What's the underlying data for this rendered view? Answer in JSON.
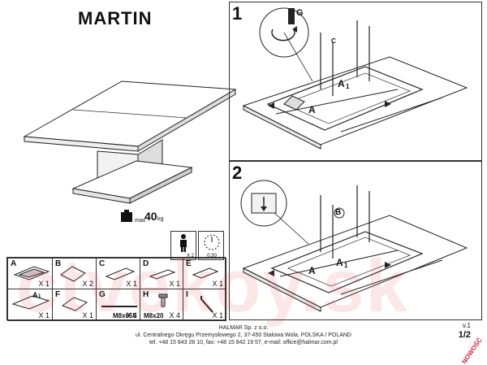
{
  "header": {
    "title": "MARTIN"
  },
  "steps": [
    {
      "num": "1",
      "callout_g": "G",
      "label_a": "A",
      "label_a1": "A",
      "sub_1": "1",
      "label_c": "C"
    },
    {
      "num": "2",
      "callout_b": "B",
      "label_a": "A",
      "label_a1": "A",
      "sub_1": "1"
    }
  ],
  "weight": {
    "prefix": "max",
    "value": "40",
    "unit": "kg"
  },
  "assembly": {
    "persons": "X 2",
    "time": "0:30"
  },
  "parts": [
    {
      "letter": "A",
      "qty": "X 1"
    },
    {
      "letter": "B",
      "qty": "X 2"
    },
    {
      "letter": "C",
      "qty": "X 1"
    },
    {
      "letter": "D",
      "qty": "X 1"
    },
    {
      "letter": "E",
      "qty": "X 1"
    },
    {
      "letter": "",
      "qty": "X 1",
      "label_a": "A",
      "sub_1": "1"
    },
    {
      "letter": "F",
      "qty": "X 1"
    },
    {
      "letter": "G",
      "qty": "X 4",
      "dim": "M8x655"
    },
    {
      "letter": "H",
      "qty": "X 4",
      "dim": "M8x20"
    },
    {
      "letter": "I",
      "qty": "X 1"
    }
  ],
  "footer": {
    "version": "v.1",
    "page": "1/2",
    "company": "HALMAR Sp. z o.o.",
    "address": "ul. Centralnego Okręgu Przemysłowego 2, 37-450 Stalowa Wola, POLSKA / POLAND",
    "contact": "tel. +48 15 843 28 10, fax: +48 15 842 19 57, e-mail: office@halmar.com.pl",
    "novelty": "NOWOŚĆ"
  },
  "watermark": "ctvekoy.sk"
}
